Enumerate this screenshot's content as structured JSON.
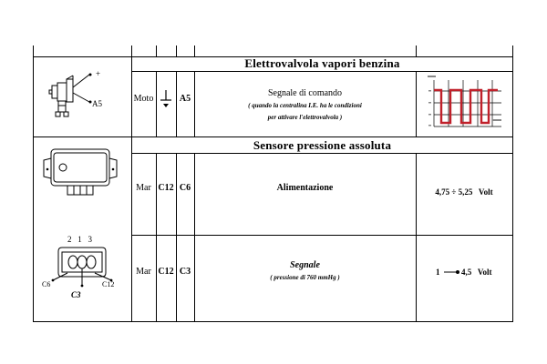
{
  "sections": [
    {
      "title": "Elettrovalvola vapori benzina",
      "rows": [
        {
          "connector": "Moto",
          "pin": "A5",
          "description": "Segnale  di comando",
          "note_line1": "( quando la centralina I.E. ha le condizioni",
          "note_line2": "per attivare l'elettrovalvola )",
          "component_labels": {
            "plus": "+",
            "pin": "A5"
          }
        }
      ]
    },
    {
      "title": "Sensore pressione assoluta",
      "rows": [
        {
          "connector": "Mar",
          "ecu_pin": "C12",
          "pin": "C6",
          "description": "Alimentazione",
          "value": "4,75 ÷ 5,25   Volt"
        },
        {
          "connector": "Mar",
          "ecu_pin": "C12",
          "pin": "C3",
          "description": "Segnale",
          "note": "( pressione di 760 mmHg )",
          "value_from": "1",
          "value_to": "4,5   Volt"
        }
      ],
      "plug_labels": {
        "pins_top": "2   1   3",
        "left": "C6",
        "right": "C12",
        "bottom": "C3"
      }
    }
  ],
  "colors": {
    "signal": "#c0202a",
    "ink": "#000000"
  }
}
